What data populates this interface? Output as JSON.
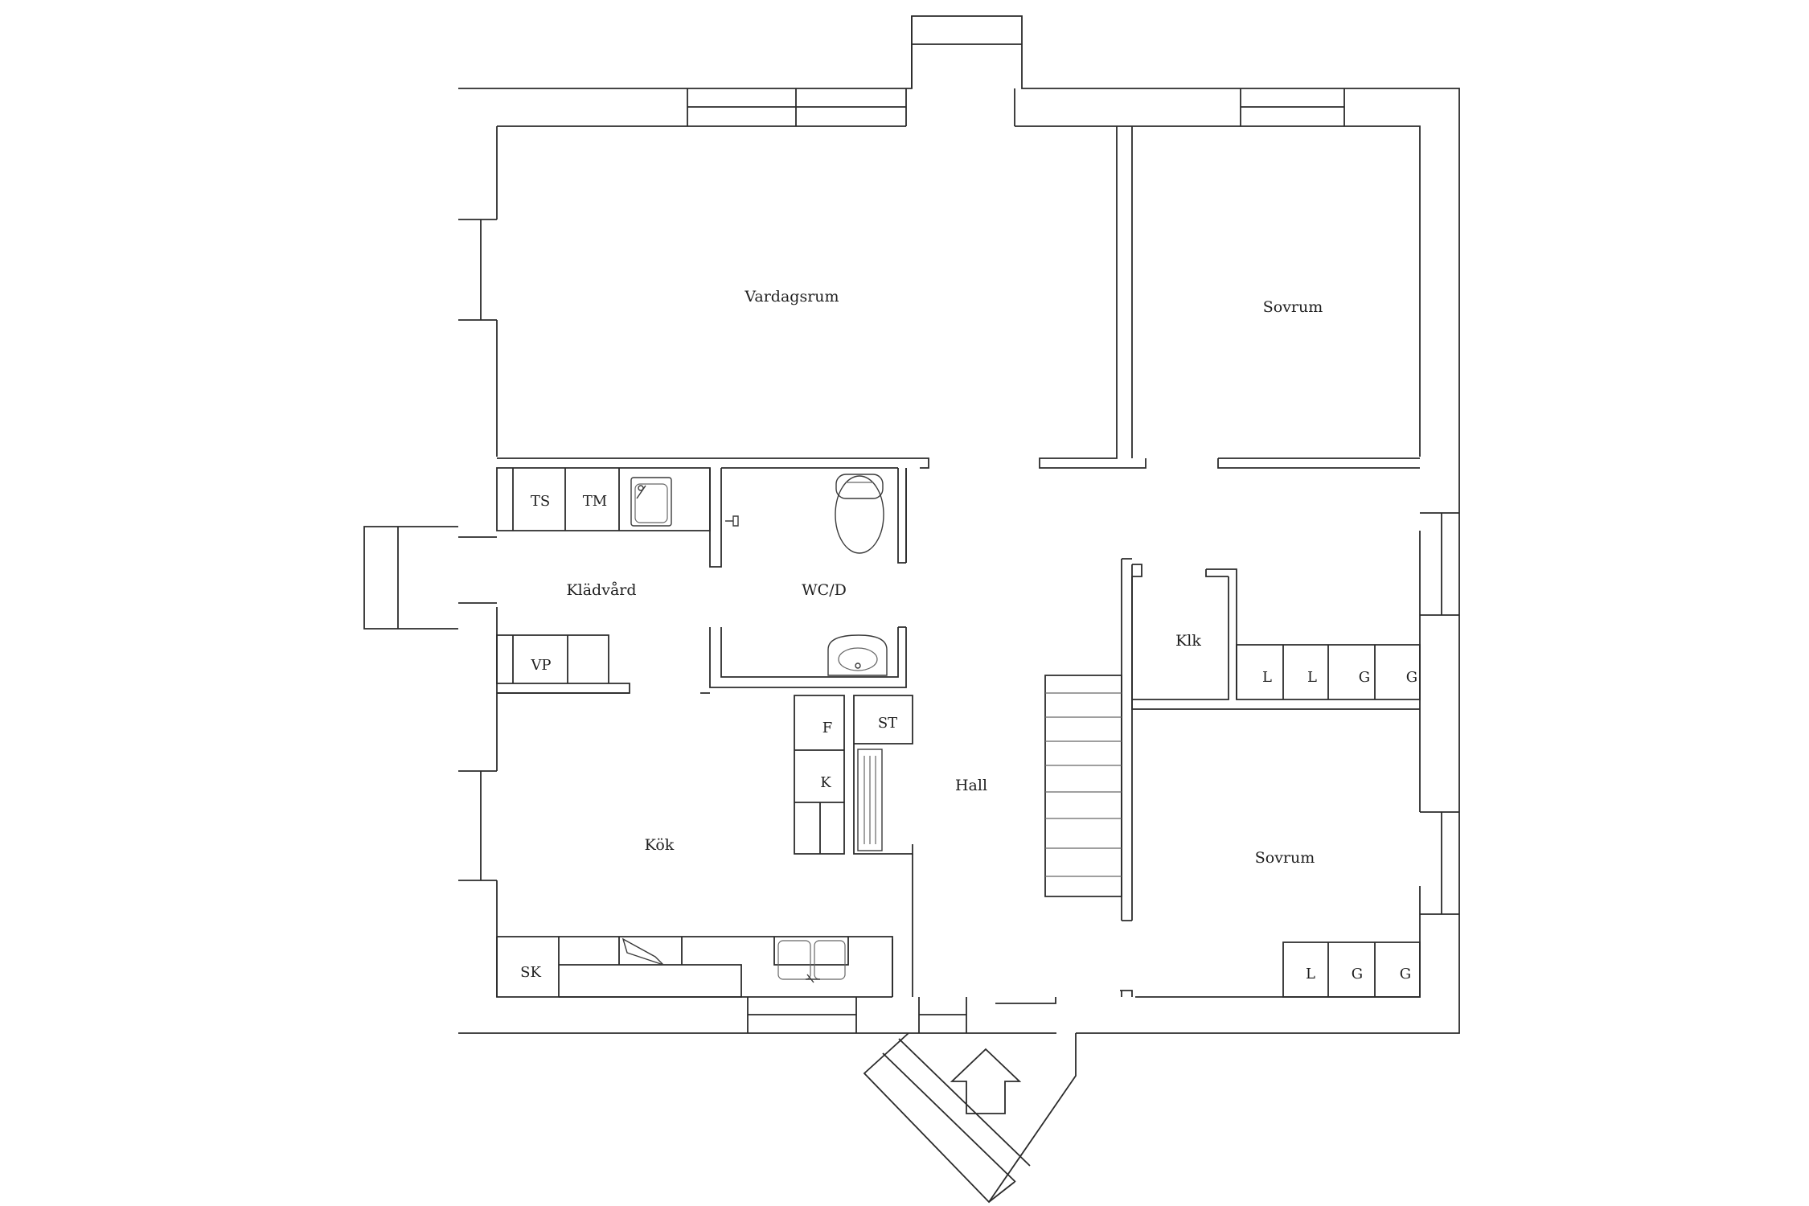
{
  "rooms": {
    "vardagsrum": "Vardagsrum",
    "sovrum_upper": "Sovrum",
    "sovrum_lower": "Sovrum",
    "kladvard": "Klädvård",
    "wc": "WC/D",
    "kok": "Kök",
    "hall": "Hall",
    "klk": "Klk"
  },
  "fixtures": {
    "ts": "TS",
    "tm": "TM",
    "vp": "VP",
    "f": "F",
    "k": "K",
    "st": "ST",
    "sk": "SK",
    "l1": "L",
    "l2": "L",
    "g1": "G",
    "g2": "G",
    "l3": "L",
    "g3": "G",
    "g4": "G"
  }
}
